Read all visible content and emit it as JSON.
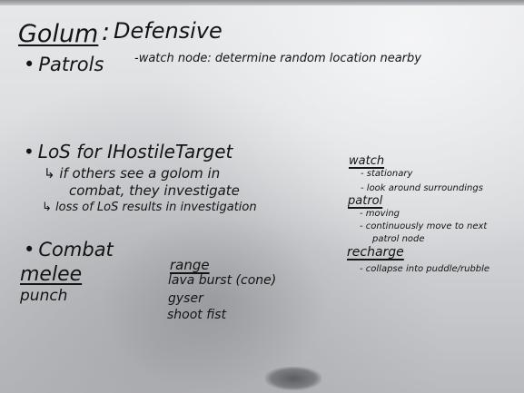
{
  "title": {
    "name": "Golum",
    "colon": ":",
    "subtitle": "Defensive"
  },
  "patrols": {
    "heading": "Patrols",
    "note": "-watch node: determine random location nearby"
  },
  "los": {
    "heading": "LoS for IHostileTarget",
    "line1": "↳ if others see a golom in",
    "line2": "combat, they investigate",
    "line3": "↳ loss of LoS results in investigation"
  },
  "combat": {
    "heading": "Combat",
    "melee": {
      "label": "melee",
      "items": [
        "punch"
      ]
    },
    "range": {
      "label": "range",
      "items": [
        "lava burst (cone)",
        "gyser",
        "shoot fist"
      ]
    }
  },
  "states": {
    "watch": {
      "label": "watch",
      "items": [
        "- stationary",
        "- look around surroundings"
      ]
    },
    "patrol": {
      "label": "patrol",
      "items": [
        "- moving",
        "- continuously move to next",
        "patrol node"
      ]
    },
    "recharge": {
      "label": "recharge",
      "items": [
        "- collapse into puddle/rubble"
      ]
    }
  }
}
